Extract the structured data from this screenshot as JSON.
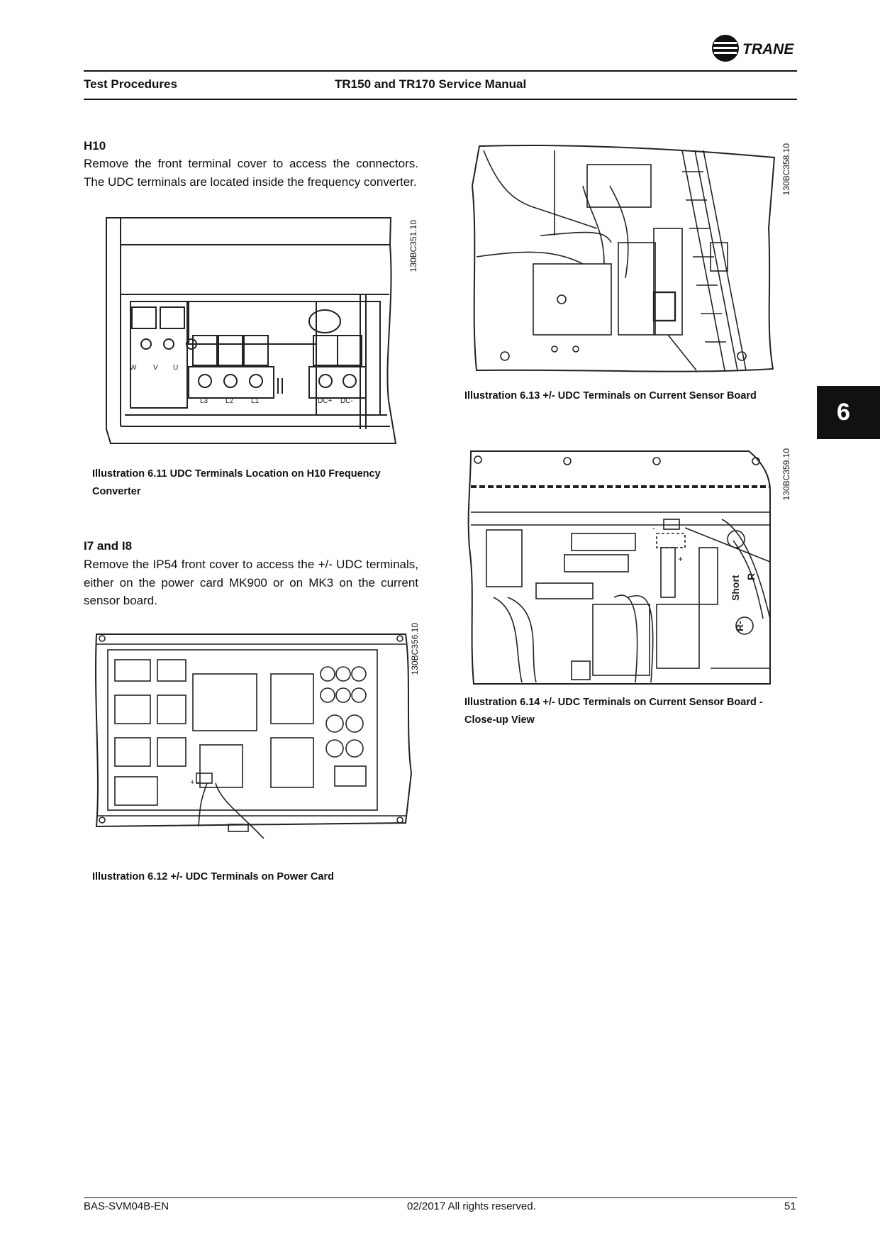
{
  "brand": {
    "name": "TRANE"
  },
  "header": {
    "section": "Test Procedures",
    "title": "TR150 and TR170 Service Manual"
  },
  "chapter_tab": "6",
  "sections": {
    "h10": {
      "title": "H10",
      "text": "Remove the front terminal cover to access the connectors. The UDC terminals are located inside the frequency converter."
    },
    "i7i8": {
      "title": "I7 and I8",
      "text": "Remove the IP54 front cover to access the +/- UDC terminals, either on the power card MK900 or on MK3 on the current sensor board."
    }
  },
  "illustrations": {
    "ill_6_11": {
      "code": "130BC351.10",
      "caption": "Illustration 6.11 UDC Terminals Location on H10 Frequency Converter",
      "labels": {
        "w": "W",
        "v": "V",
        "u": "U",
        "l3": "L3",
        "l2": "L2",
        "l1": "L1",
        "dcp": "DC+",
        "dcm": "DC-"
      }
    },
    "ill_6_12": {
      "code": "130BC356.10",
      "caption": "Illustration 6.12 +/- UDC Terminals on Power Card",
      "labels": {
        "plus_minus": "+ -"
      }
    },
    "ill_6_13": {
      "code": "130BC358.10",
      "caption": "Illustration 6.13 +/- UDC Terminals on Current Sensor Board"
    },
    "ill_6_14": {
      "code": "130BC359.10",
      "caption": "Illustration 6.14 +/- UDC Terminals on Current Sensor Board - Close-up View",
      "labels": {
        "minus": "-",
        "plus": "+",
        "short": "Short",
        "r": "R",
        "rminus": "R-"
      }
    }
  },
  "footer": {
    "doc_id": "BAS-SVM04B-EN",
    "date": "02/2017 All rights reserved.",
    "page": "51"
  }
}
